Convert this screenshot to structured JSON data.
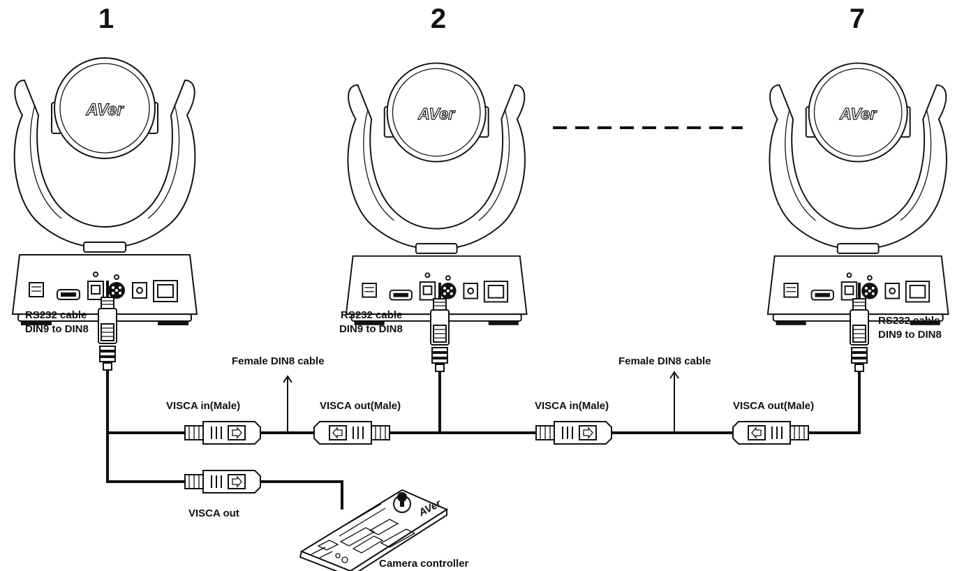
{
  "cameras": [
    {
      "number": "1",
      "brand": "AVer"
    },
    {
      "number": "2",
      "brand": "AVer"
    },
    {
      "number": "7",
      "brand": "AVer"
    }
  ],
  "labels": {
    "rs232_line1": "RS232 cable",
    "rs232_line2": "DIN9 to DIN8",
    "female_din8": "Female DIN8 cable",
    "visca_in_male": "VISCA in(Male)",
    "visca_out_male": "VISCA out(Male)",
    "visca_in_male_2": "VISCA in(Male)",
    "visca_out_male_2": "VISCA out(Male)",
    "visca_out": "VISCA out",
    "camera_controller": "Camera controller",
    "controller_brand": "AVer"
  }
}
